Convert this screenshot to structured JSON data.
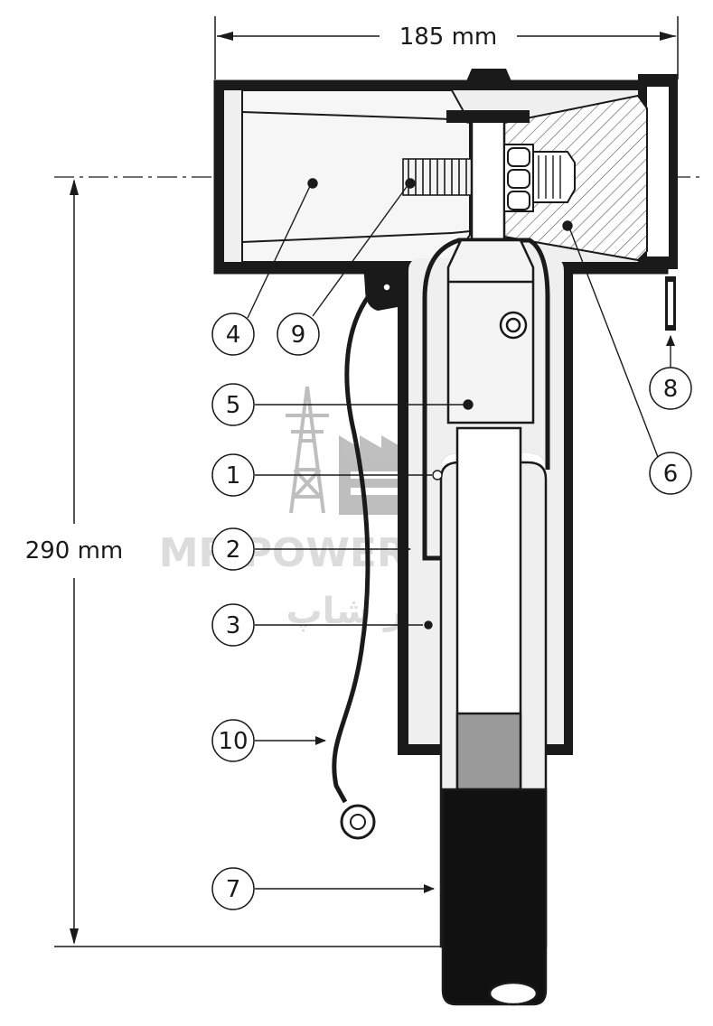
{
  "dimensions": {
    "width_label": "185 mm",
    "height_label": "290 mm"
  },
  "callouts": [
    {
      "id": "c1",
      "label": "1"
    },
    {
      "id": "c2",
      "label": "2"
    },
    {
      "id": "c3",
      "label": "3"
    },
    {
      "id": "c4",
      "label": "4"
    },
    {
      "id": "c5",
      "label": "5"
    },
    {
      "id": "c6",
      "label": "6"
    },
    {
      "id": "c7",
      "label": "7"
    },
    {
      "id": "c8",
      "label": "8"
    },
    {
      "id": "c9",
      "label": "9"
    },
    {
      "id": "c10",
      "label": "10"
    }
  ],
  "watermark": {
    "text_en": "MR POWER SHOP",
    "text_fa": "مستر پاور شاپ"
  },
  "colors": {
    "line": "#1a1a1a",
    "body_fill": "#efefef",
    "jacket": "#111111",
    "semicon": "#9a9a9a"
  }
}
